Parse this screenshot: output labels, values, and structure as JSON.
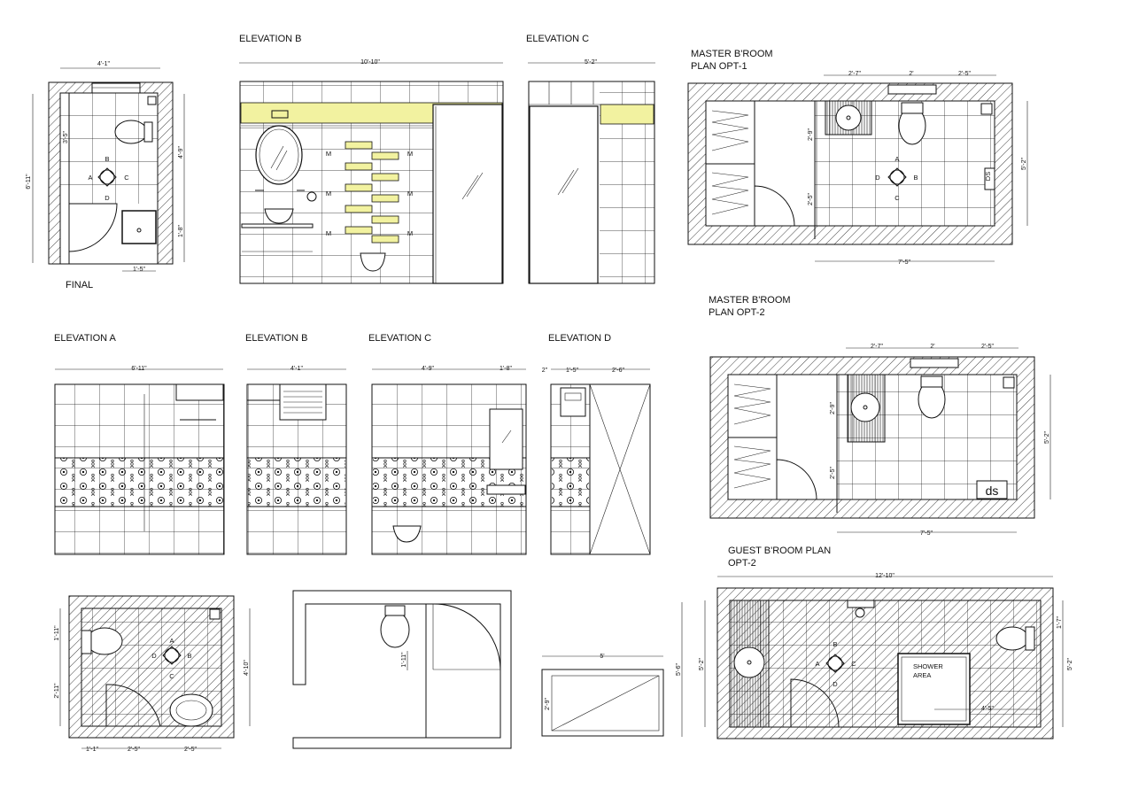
{
  "labels": {
    "elev_b_top": "ELEVATION B",
    "elev_c_top": "ELEVATION C",
    "master_opt1_line1": "MASTER B'ROOM",
    "master_opt1_line2": "PLAN OPT-1",
    "master_opt2_line1": "MASTER B'ROOM",
    "master_opt2_line2": "PLAN OPT-2",
    "guest_line1": "GUEST B'ROOM PLAN",
    "guest_line2": "OPT-2",
    "final": "FINAL",
    "elev_a": "ELEVATION A",
    "elev_b": "ELEVATION B",
    "elev_c": "ELEVATION C",
    "elev_d": "ELEVATION D",
    "shower_1": "SHOWER",
    "shower_2": "AREA",
    "ds": "ds",
    "ds_side": "DS"
  },
  "dims": {
    "final_w": "4'-1\"",
    "final_h": "6'-11\"",
    "final_r1": "4'-9\"",
    "final_r2": "1'-8\"",
    "final_l": "3'-5\"",
    "final_b": "1'-5\"",
    "eb_top": "10'-10\"",
    "ec_top": "5'-2\"",
    "m1_a": "2'-7\"",
    "m1_b": "2'",
    "m1_c": "2'-5\"",
    "m1_l1": "2'-9\"",
    "m1_l2": "2'-5\"",
    "m1_r": "5'-2\"",
    "m1_bot": "7'-5\"",
    "ea_top": "6'-11\"",
    "eb2_top": "4'-1\"",
    "ec2_top": "4'-9\"",
    "ec2_top2": "1'-8\"",
    "ed_a": "2\"",
    "ed_b": "1'-5\"",
    "ed_c": "2'-6\"",
    "m2_a": "2'-7\"",
    "m2_b": "2'",
    "m2_c": "2'-5\"",
    "m2_l1": "2'-9\"",
    "m2_l2": "2'-5\"",
    "m2_r": "5'-2\"",
    "m2_bot": "7'-5\"",
    "bl_l1": "1'-11\"",
    "bl_l2": "2'-11\"",
    "bl_r": "4'-10\"",
    "bl_b1": "1'-1\"",
    "bl_b2": "2'-5\"",
    "bl_b3": "2'-5\"",
    "bm_dim": "1'-11\"",
    "br_top": "5'",
    "br_left": "2'-9\"",
    "br_side": "5'-6\"",
    "g_top": "12'-10\"",
    "g_l": "5'-2\"",
    "g_r1": "1'-7\"",
    "g_r2": "5'-2\"",
    "g_in": "4'-5\""
  },
  "compass": {
    "a": "A",
    "b": "B",
    "c": "C",
    "d": "D"
  },
  "mirror_mark": "M",
  "colors": {
    "accent_yellow": "#f2f2a0",
    "line": "#111111"
  }
}
